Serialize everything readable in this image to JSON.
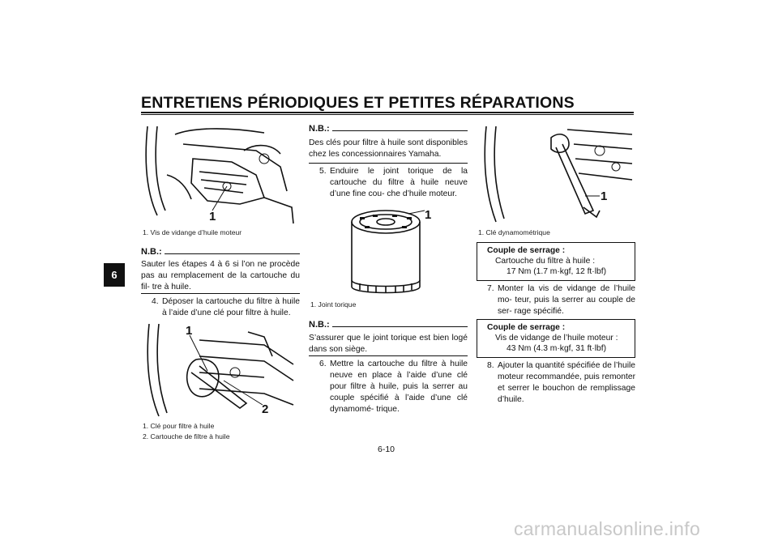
{
  "header": {
    "title": "ENTRETIENS PÉRIODIQUES ET PETITES RÉPARATIONS",
    "chapter_tab": "6"
  },
  "col1": {
    "fig1_callout": "1",
    "fig1_caption": "1.  Vis de vidange d’huile moteur",
    "nb_label": "N.B.:",
    "nb_text": "Sauter les étapes 4 à 6 si l’on ne procède pas au remplacement de la cartouche du fil- tre à huile.",
    "step4_num": "4.",
    "step4_text": "Déposer la cartouche du filtre à huile à l’aide d’une clé pour filtre à huile.",
    "fig2_callout1": "1",
    "fig2_callout2": "2",
    "fig2_caption1": "1.  Clé pour filtre à huile",
    "fig2_caption2": "2.  Cartouche de filtre à huile"
  },
  "col2": {
    "nb1_label": "N.B.:",
    "nb1_text": "Des clés pour filtre à huile sont disponibles chez les concessionnaires Yamaha.",
    "step5_num": "5.",
    "step5_text": "Enduire le joint torique de la cartouche du filtre à huile neuve d’une fine cou- che d’huile moteur.",
    "fig3_callout": "1",
    "fig3_caption": "1.  Joint torique",
    "nb2_label": "N.B.:",
    "nb2_text": "S’assurer que le joint torique est bien logé dans son siège.",
    "step6_num": "6.",
    "step6_text": "Mettre la cartouche du filtre à huile neuve en place à l’aide d’une clé pour filtre à huile, puis la serrer au couple spécifié à l’aide d’une clé dynamomé- trique."
  },
  "col3": {
    "fig4_callout": "1",
    "fig4_caption": "1.  Clé dynamométrique",
    "box1_title": "Couple de serrage :",
    "box1_line1": "Cartouche du filtre à huile :",
    "box1_line2": "17 Nm (1.7 m·kgf, 12 ft·lbf)",
    "step7_num": "7.",
    "step7_text": "Monter la vis de vidange de l’huile mo- teur, puis la serrer au couple de ser- rage spécifié.",
    "box2_title": "Couple de serrage :",
    "box2_line1": "Vis de vidange de l’huile moteur :",
    "box2_line2": "43 Nm (4.3 m·kgf, 31 ft·lbf)",
    "step8_num": "8.",
    "step8_text": "Ajouter la quantité spécifiée de l’huile moteur recommandée, puis remonter et serrer le bouchon de remplissage d’huile."
  },
  "footer": {
    "page_number": "6-10",
    "watermark": "carmanualsonline.info"
  }
}
